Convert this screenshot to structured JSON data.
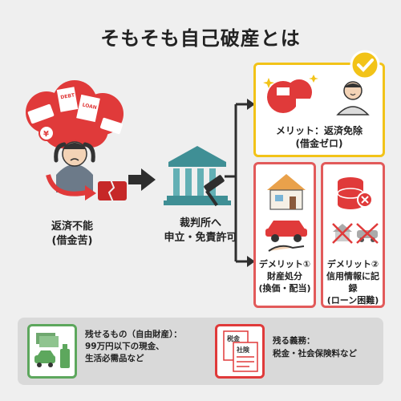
{
  "title": "そもそも自己破産とは",
  "left": {
    "status_line1": "返済不能",
    "status_line2": "(借金苦)"
  },
  "middle": {
    "line1": "裁判所へ",
    "line2": "申立・免責許可"
  },
  "merit": {
    "line1": "メリット：返済免除",
    "line2": "(借金ゼロ)"
  },
  "demerit1": {
    "line1": "デメリット①",
    "line2": "財産処分",
    "line3": "(換価・配当)"
  },
  "demerit2": {
    "line1": "デメリット②",
    "line2": "信用情報に記録",
    "line3": "(ローン困難)"
  },
  "bottom_left": {
    "line1": "残せるもの（自由財産）：",
    "line2": "99万円以下の現金、",
    "line3": "生活必需品など"
  },
  "bottom_right": {
    "line1": "残る義務：",
    "line2": "税金・社会保険料など",
    "doc1": "税金",
    "doc2": "社険"
  },
  "money_labels": {
    "debt": "DEBT",
    "loan": "LOAN",
    "yen": "¥"
  },
  "colors": {
    "red": "#e03a3a",
    "yellow": "#f2c318",
    "teal": "#3f8f95",
    "green": "#5da75d",
    "dark": "#2e2e2e"
  }
}
